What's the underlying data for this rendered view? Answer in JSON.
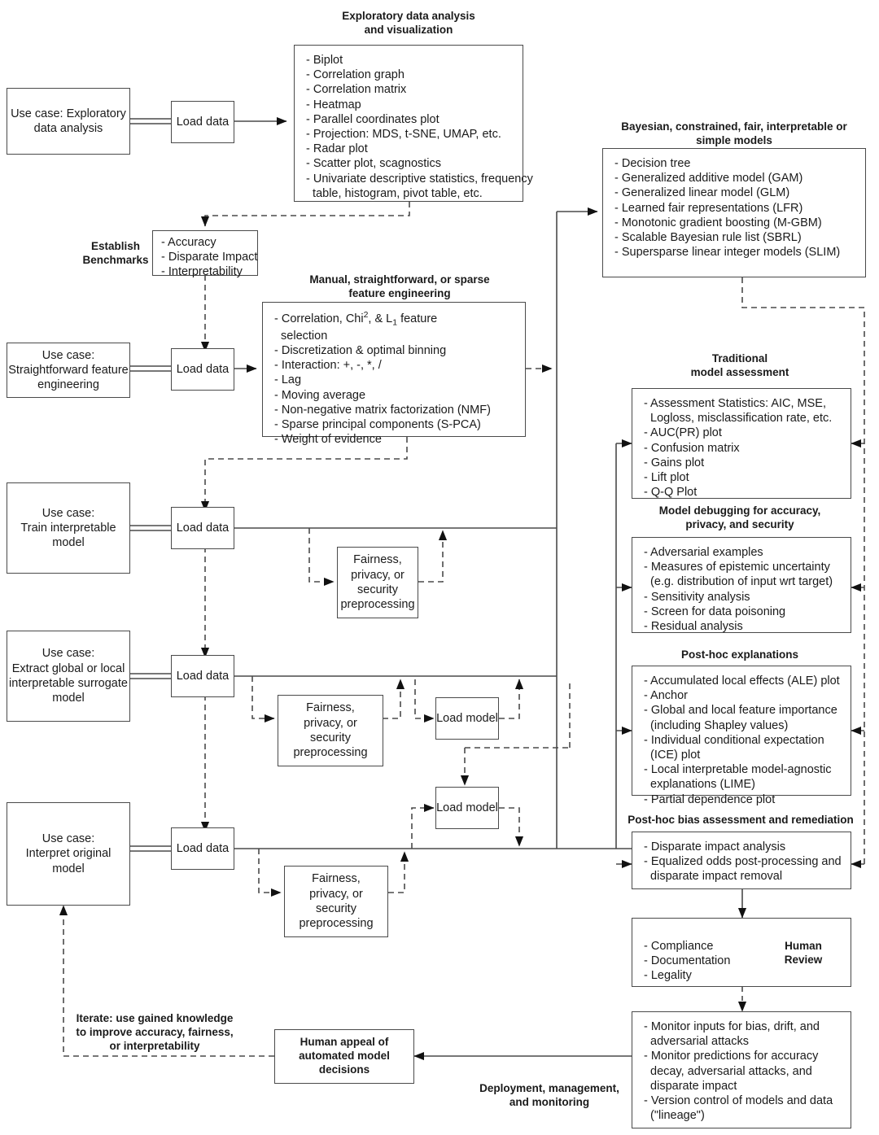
{
  "diagram": {
    "title": "Machine learning interpretability workflow",
    "line_color": "#4a4a4a",
    "text_color": "#1a1a1a",
    "background": "#ffffff"
  },
  "section_titles": {
    "eda": "Exploratory data analysis\nand visualization",
    "benchmarks": "Establish\nBenchmarks",
    "feature_engineering": "Manual, straightforward, or sparse\nfeature engineering",
    "models": "Bayesian, constrained, fair, interpretable or\nsimple models",
    "traditional_assessment": "Traditional\nmodel assessment",
    "debugging": "Model debugging for accuracy,\nprivacy, and security",
    "posthoc_explanations": "Post-hoc explanations",
    "bias_assessment": "Post-hoc bias assessment and remediation",
    "human_review": "Human\nReview",
    "deployment": "Deployment, management,\nand monitoring",
    "iterate": "Iterate: use gained knowledge\nto improve accuracy, fairness,\nor interpretability"
  },
  "use_cases": [
    {
      "label": "Use case: Exploratory\ndata analysis"
    },
    {
      "label": "Use case:\nStraightforward feature\nengineering"
    },
    {
      "label": "Use case:\nTrain interpretable\nmodel"
    },
    {
      "label": "Use case:\nExtract global or local\ninterpretable surrogate\nmodel"
    },
    {
      "label": "Use case:\nInterpret original\nmodel"
    }
  ],
  "process_nodes": {
    "load_data": "Load data",
    "load_model": "Load model",
    "preprocessing": "Fairness,\nprivacy, or\nsecurity\npreprocessing",
    "human_appeal": "Human appeal of\nautomated model\ndecisions"
  },
  "lists": {
    "eda": [
      "- Biplot",
      "- Correlation graph",
      "- Correlation matrix",
      "- Heatmap",
      "- Parallel coordinates plot",
      "- Projection: MDS, t-SNE, UMAP, etc.",
      "- Radar plot",
      "- Scatter plot, scagnostics",
      "- Univariate descriptive statistics, frequency",
      "  table, histogram, pivot table, etc."
    ],
    "benchmarks": [
      "- Accuracy",
      "- Disparate Impact",
      "- Interpretability"
    ],
    "feature_engineering_rich": [
      "- Correlation, Chi<sup>2</sup>, &amp; L<sub>1</sub> feature",
      "&nbsp;&nbsp;selection",
      "- Discretization &amp; optimal binning",
      "- Interaction: +, -, *, /",
      "- Lag",
      "- Moving average",
      "- Non-negative matrix factorization (NMF)",
      "- Sparse principal components (S-PCA)",
      "- Weight of evidence"
    ],
    "models": [
      "- Decision tree",
      "- Generalized additive model (GAM)",
      "- Generalized linear model (GLM)",
      "- Learned fair representations (LFR)",
      "- Monotonic gradient boosting (M-GBM)",
      "- Scalable Bayesian rule list (SBRL)",
      "- Supersparse linear integer models (SLIM)"
    ],
    "traditional_assessment": [
      "- Assessment Statistics: AIC, MSE,",
      "  Logloss, misclassification rate, etc.",
      "- AUC(PR) plot",
      "- Confusion matrix",
      "- Gains plot",
      "- Lift plot",
      "- Q-Q Plot"
    ],
    "debugging": [
      "- Adversarial examples",
      "- Measures of epistemic uncertainty",
      "  (e.g. distribution of input wrt target)",
      "- Sensitivity analysis",
      "- Screen for data poisoning",
      "- Residual analysis"
    ],
    "posthoc_explanations": [
      "- Accumulated local effects (ALE) plot",
      "- Anchor",
      "- Global and local feature importance",
      "  (including Shapley values)",
      "- Individual conditional expectation",
      "  (ICE) plot",
      "- Local interpretable model-agnostic",
      "  explanations (LIME)",
      "- Partial dependence plot"
    ],
    "bias_assessment": [
      "- Disparate impact analysis",
      "- Equalized odds post-processing and",
      "  disparate impact removal"
    ],
    "human_review": [
      "- Compliance",
      "- Documentation",
      "- Legality"
    ],
    "deployment": [
      "- Monitor inputs for bias, drift, and",
      "  adversarial attacks",
      "- Monitor predictions for accuracy",
      "  decay, adversarial attacks, and",
      "  disparate impact",
      "- Version control of models and data",
      "  (\"lineage\")"
    ]
  }
}
